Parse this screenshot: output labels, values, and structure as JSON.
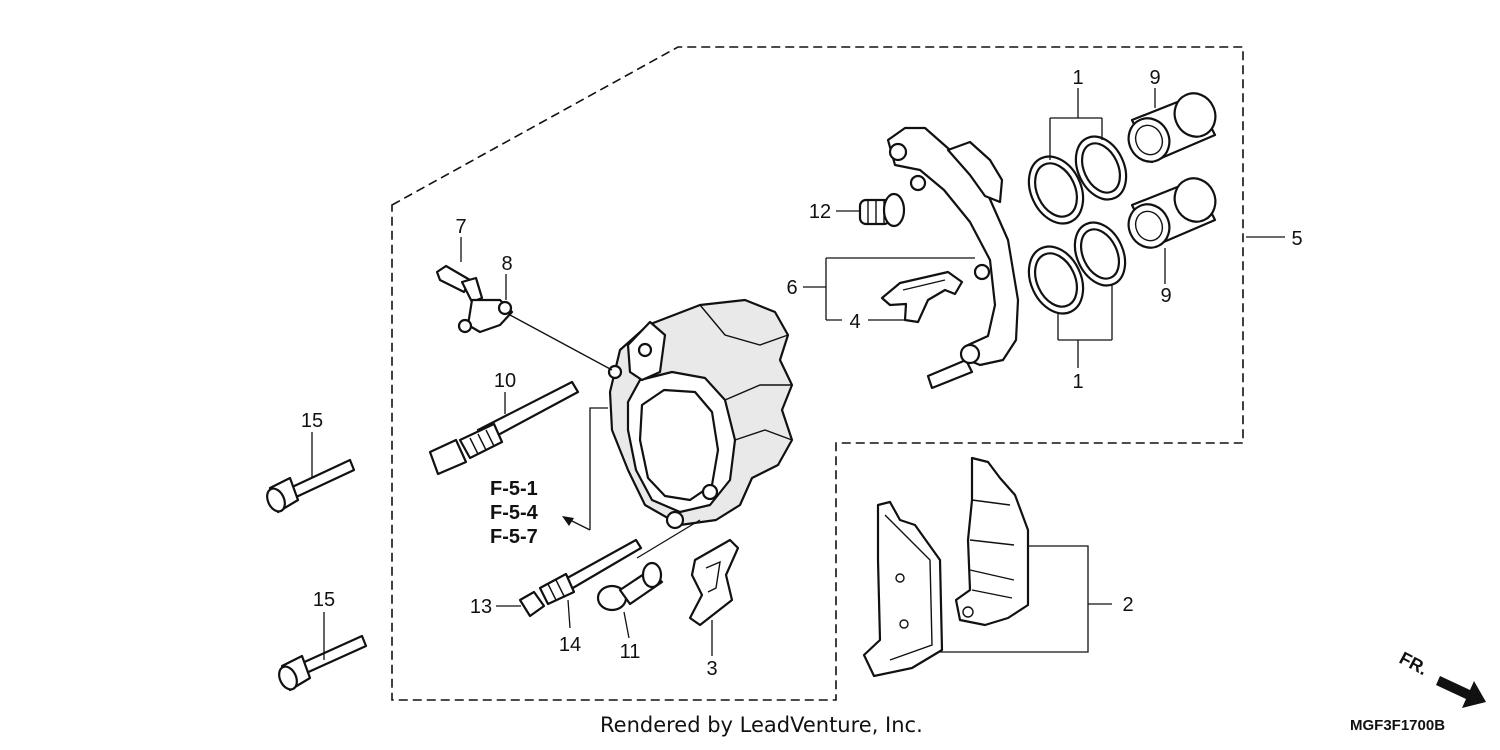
{
  "callouts": {
    "c1_top": "1",
    "c1_bottom": "1",
    "c2": "2",
    "c3": "3",
    "c4": "4",
    "c5": "5",
    "c6": "6",
    "c7": "7",
    "c8": "8",
    "c9_top": "9",
    "c9_bottom": "9",
    "c10": "10",
    "c11": "11",
    "c12": "12",
    "c13": "13",
    "c14": "14",
    "c15_top": "15",
    "c15_bottom": "15"
  },
  "references": [
    "F-5-1",
    "F-5-4",
    "F-5-7"
  ],
  "direction_label": "FR.",
  "diagram_code": "MGF3F1700B",
  "footer": "Rendered by LeadVenture, Inc."
}
